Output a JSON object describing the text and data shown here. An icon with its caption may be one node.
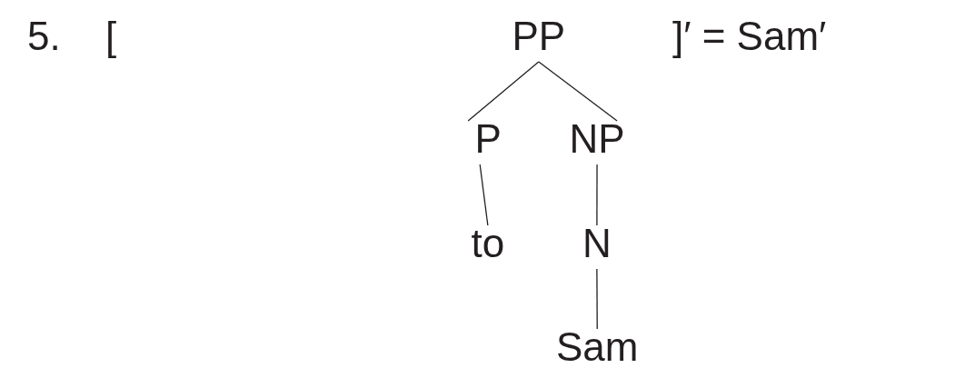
{
  "diagram": {
    "nodes": [
      {
        "text": [
          "PP"
        ]
      },
      {
        "text": [
          "P"
        ]
      },
      {
        "text": [
          "NP"
        ]
      },
      {
        "text": [
          "to"
        ]
      },
      {
        "text": [
          "N"
        ]
      },
      {
        "text": [
          "Sam"
        ]
      }
    ],
    "edges": [
      {
        "from": 0,
        "to": 1,
        "arrow": "none"
      },
      {
        "from": 0,
        "to": 2,
        "arrow": "none"
      },
      {
        "from": 1,
        "to": 3,
        "arrow": "none"
      },
      {
        "from": 2,
        "to": 4,
        "arrow": "none"
      },
      {
        "from": 4,
        "to": 5,
        "arrow": "none"
      }
    ],
    "labels": [
      "5.",
      "[",
      "]′ = Sam′"
    ]
  }
}
